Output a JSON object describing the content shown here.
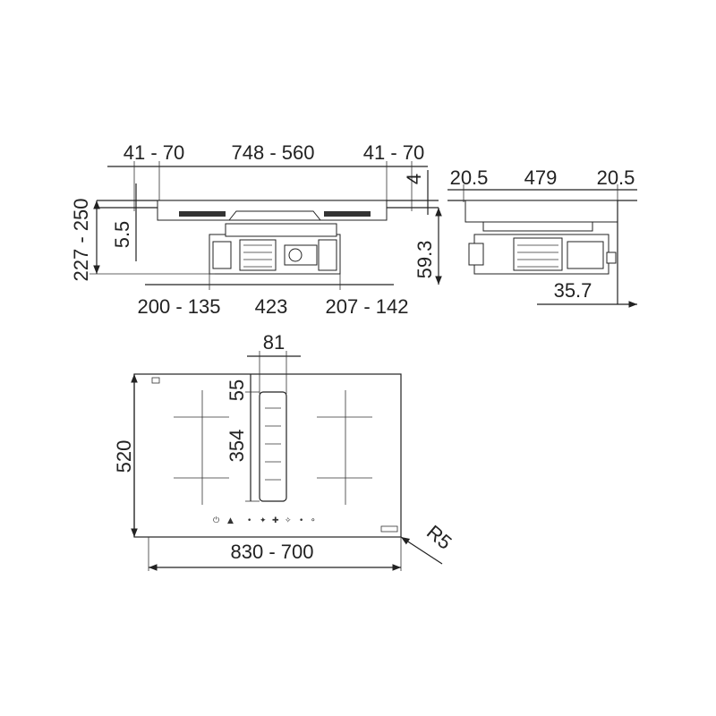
{
  "side_view": {
    "top": {
      "left_margin": "41 - 70",
      "width": "748 - 560",
      "right_margin": "41 - 70"
    },
    "left": {
      "outer_depth": "227 - 250",
      "glass_depth": "5.5"
    },
    "right": {
      "top_thickness": "4",
      "body_height": "59.3"
    },
    "bottom": {
      "left_offset": "200 - 135",
      "unit_width": "423",
      "right_offset": "207 - 142"
    }
  },
  "front_view": {
    "top": {
      "left_margin": "20.5",
      "width": "479",
      "right_margin": "20.5"
    },
    "bottom": {
      "offset": "35.7"
    }
  },
  "top_view": {
    "vent_width": "81",
    "vent_top_offset": "55",
    "vent_length": "354",
    "depth": "520",
    "width": "830 - 700",
    "corner_radius": "R5"
  }
}
